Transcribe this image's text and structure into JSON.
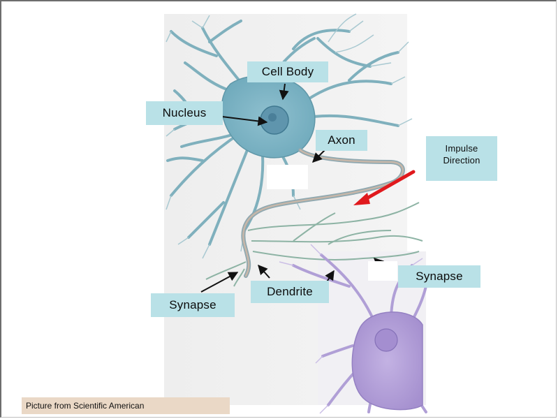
{
  "diagram": {
    "labels": {
      "cell_body": "Cell Body",
      "nucleus": "Nucleus",
      "axon": "Axon",
      "impulse_direction": "Impulse Direction",
      "synapse_right": "Synapse",
      "dendrite": "Dendrite",
      "synapse_left": "Synapse"
    },
    "caption": "Picture from Scientific American",
    "colors": {
      "upper_neuron": "#7fb8c6",
      "lower_neuron": "#b6a3d8",
      "label_bg": "#b9e1e7",
      "caption_bg": "#ead8c6",
      "impulse_arrow": "#e0191d"
    }
  }
}
